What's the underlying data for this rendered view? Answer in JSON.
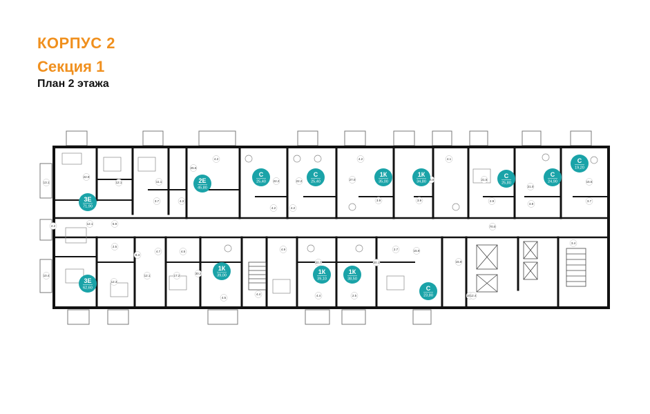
{
  "header": {
    "building": "КОРПУС 2",
    "section": "Секция 1",
    "plan": "План 2 этажа"
  },
  "colors": {
    "accent": "#f0901e",
    "badge": "#1aa3a8",
    "wall": "#111111"
  },
  "apartments_top": [
    {
      "type": "3Е",
      "area": "71,90"
    },
    {
      "type": "2Е",
      "area": "45,80"
    },
    {
      "type": "С",
      "area": "25,40"
    },
    {
      "type": "С",
      "area": "25,40"
    },
    {
      "type": "1К",
      "area": "35,00"
    },
    {
      "type": "1К",
      "area": "34,80"
    },
    {
      "type": "С",
      "area": "25,80"
    },
    {
      "type": "С",
      "area": "24,90"
    },
    {
      "type": "С",
      "area": "19,20"
    }
  ],
  "apartments_bottom": [
    {
      "type": "3Е",
      "area": "62,60"
    },
    {
      "type": "1К",
      "area": "39,00"
    },
    {
      "type": "1К",
      "area": "39,10"
    },
    {
      "type": "1К",
      "area": "38,50"
    },
    {
      "type": "С",
      "area": "23,80"
    }
  ],
  "room_numbers": [
    "13.1",
    "22.9",
    "12.1",
    "11.1",
    "25.6",
    "4.2",
    "22.2",
    "22.2",
    "27.0",
    "4.2",
    "26.8",
    "4.1",
    "21.5",
    "21.0",
    "15.5",
    "3.7",
    "4.3",
    "4.2",
    "4.2",
    "3.9",
    "3.9",
    "2.9",
    "3.8",
    "3.7",
    "2.2",
    "12.1",
    "5.9",
    "2.5",
    "70.0",
    "4.7",
    "4.5",
    "8.4",
    "12.1",
    "15.9",
    "30.2",
    "4.5",
    "20.7",
    "4.9",
    "20.1",
    "2.7",
    "15.9",
    "16.2",
    "3.4",
    "10.4",
    "12.3",
    "17.2",
    "4.4",
    "4.4",
    "2.5",
    "12.4"
  ]
}
